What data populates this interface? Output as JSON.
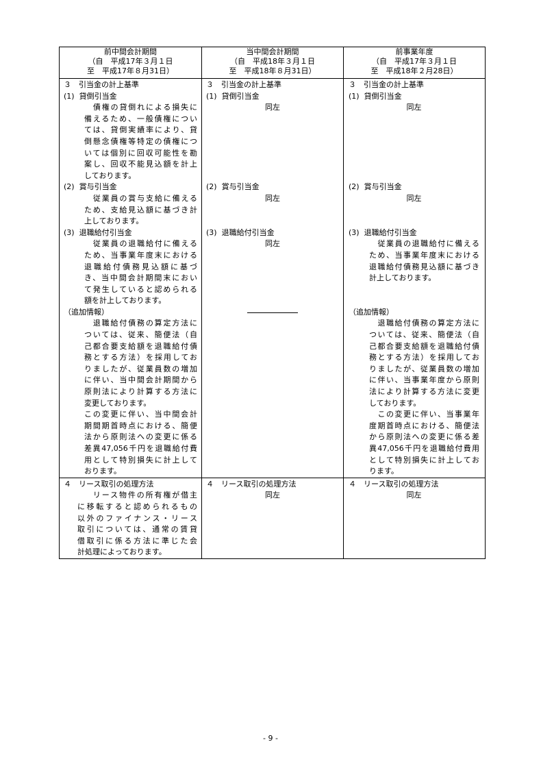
{
  "header": {
    "col1": [
      "前中間会計期間",
      "（自　平成17年３月１日",
      "至　平成17年８月31日）"
    ],
    "col2": [
      "当中間会計期間",
      "（自　平成18年３月１日",
      "至　平成18年８月31日）"
    ],
    "col3": [
      "前事業年度",
      "（自　平成17年３月１日",
      "至　平成18年２月28日）"
    ]
  },
  "sec3": {
    "title": "３　引当金の計上基準",
    "allowance": {
      "label": "(1)  貸倒引当金",
      "text": [
        "　債権の貸倒れによる損失に",
        "備えるため、一般債権につい",
        "ては、貸倒実績率により、貸",
        "倒懸念債権等特定の債権につ",
        "いては個別に回収可能性を勘",
        "案し、回収不能見込額を計上",
        "しております。"
      ]
    },
    "bonus": {
      "label": "(2)  賞与引当金",
      "text": [
        "　従業員の賞与支給に備える",
        "ため、支給見込額に基づき計",
        "上しております。"
      ]
    },
    "retire": {
      "label": "(3)  退職給付引当金",
      "text1": [
        "　従業員の退職給付に備える",
        "ため、当事業年度末における",
        "退職給付債務見込額に基づ",
        "き、当中間会計期間末におい",
        "て発生していると認められる",
        "額を計上しております。"
      ],
      "text3": [
        "　従業員の退職給付に備える",
        "ため、当事業年度末における",
        "退職給付債務見込額に基づき",
        "計上しております。"
      ]
    },
    "additional": {
      "label": "（追加情報）",
      "text1": [
        "　退職給付債務の算定方法に",
        "ついては、従来、簡便法（自",
        "己都合要支給額を退職給付債",
        "務とする方法）を採用してお",
        "りましたが、従業員数の増加",
        "に伴い、当中間会計期間から",
        "原則法により計算する方法に",
        "変更しております。",
        "この変更に伴い、当中間会計",
        "期間期首時点における、簡便",
        "法から原則法への変更に係る",
        "差異47,056千円を退職給付費",
        "用として特別損失に計上して",
        "おります。"
      ],
      "text3": [
        "　退職給付債務の算定方法に",
        "ついては、従来、簡便法（自",
        "己都合要支給額を退職給付債",
        "務とする方法）を採用してお",
        "りましたが、従業員数の増加",
        "に伴い、当事業年度から原則",
        "法により計算する方法に変更",
        "しております。",
        "　この変更に伴い、当事業年",
        "度期首時点における、簡便法",
        "から原則法への変更に係る差",
        "異47,056千円を退職給付費用",
        "として特別損失に計上してお",
        "ります。"
      ]
    },
    "same": "同左"
  },
  "sec4": {
    "title": "４　リース取引の処理方法",
    "text": [
      "　リース物件の所有権が借主",
      "に移転すると認められるもの",
      "以外のファイナンス・リース",
      "取引については、通常の賃貸",
      "借取引に係る方法に準じた会",
      "計処理によっております。"
    ],
    "same": "同左"
  },
  "page_number": "- 9 -"
}
